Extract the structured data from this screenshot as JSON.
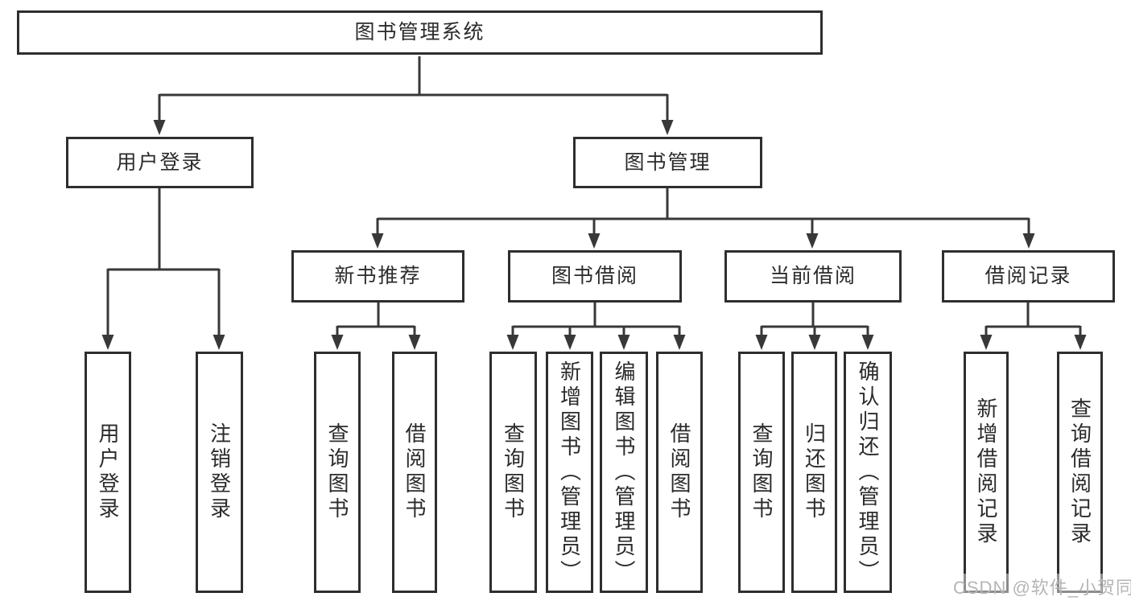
{
  "diagram_title": "图书管理系统",
  "tree": {
    "label": "图书管理系统",
    "children": [
      {
        "label": "用户登录",
        "children": [
          {
            "label": "用户登录"
          },
          {
            "label": "注销登录"
          }
        ]
      },
      {
        "label": "图书管理",
        "children": [
          {
            "label": "新书推荐",
            "children": [
              {
                "label": "查询图书"
              },
              {
                "label": "借阅图书"
              }
            ]
          },
          {
            "label": "图书借阅",
            "children": [
              {
                "label": "查询图书"
              },
              {
                "label": "新增图书（管理员）"
              },
              {
                "label": "编辑图书（管理员）"
              },
              {
                "label": "借阅图书"
              }
            ]
          },
          {
            "label": "当前借阅",
            "children": [
              {
                "label": "查询图书"
              },
              {
                "label": "归还图书"
              },
              {
                "label": "确认归还（管理员）"
              }
            ]
          },
          {
            "label": "借阅记录",
            "children": [
              {
                "label": "新增借阅记录"
              },
              {
                "label": "查询借阅记录"
              }
            ]
          }
        ]
      }
    ]
  },
  "watermark": {
    "text": "CSDN @软件_小贺同学"
  },
  "colors": {
    "background": "#ffffff",
    "box_border": "#2e2e2e",
    "connector_line": "#383838",
    "text": "#2b2b2b",
    "watermark": "#b5b5b5"
  }
}
